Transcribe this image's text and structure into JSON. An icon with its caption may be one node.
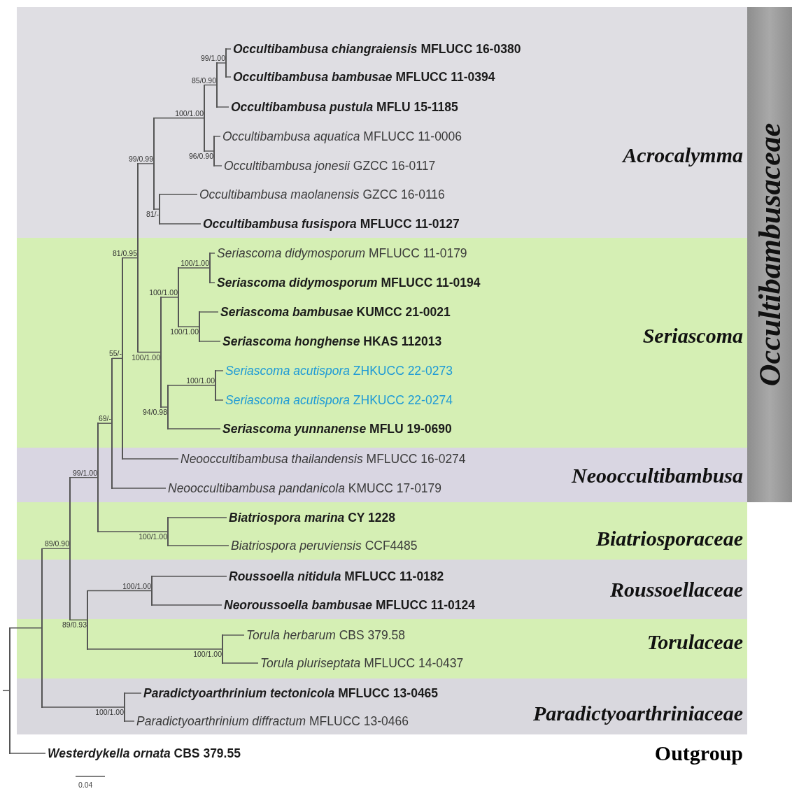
{
  "diagram": {
    "nodes": [
      {
        "text": [
          "Acrocalymma"
        ]
      },
      {
        "text": [
          "Seriascoma"
        ]
      },
      {
        "text": [
          "Neooccultibambusa"
        ]
      },
      {
        "text": [
          "Biatriosporaceae"
        ]
      },
      {
        "text": [
          "Roussoellaceae"
        ]
      },
      {
        "text": [
          "Torulaceae"
        ]
      },
      {
        "text": [
          "Paradictyoarthriniaceae"
        ]
      },
      {
        "text": [
          "Occultibambusaceae"
        ]
      },
      {
        "text": [
          "*Occultibambusa chiangraiensis* MFLUCC 16-0380"
        ],
        "in": 0
      },
      {
        "text": [
          "*Occultibambusa bambusae* MFLUCC 11-0394"
        ],
        "in": 0
      },
      {
        "text": [
          "*Occultibambusa pustula* MFLU 15-1185"
        ],
        "in": 0
      },
      {
        "text": [
          "*Occultibambusa aquatica* MFLUCC 11-0006"
        ],
        "in": 0
      },
      {
        "text": [
          "*Occultibambusa jonesii* GZCC 16-0117"
        ],
        "in": 0
      },
      {
        "text": [
          "*Occultibambusa maolanensis* GZCC 16-0116"
        ],
        "in": 0
      },
      {
        "text": [
          "*Occultibambusa fusispora* MFLUCC 11-0127"
        ],
        "in": 0
      },
      {
        "text": [
          "*Seriascoma didymosporum* MFLUCC 11-0179"
        ],
        "in": 1
      },
      {
        "text": [
          "*Seriascoma didymosporum* MFLUCC 11-0194"
        ],
        "in": 1
      },
      {
        "text": [
          "*Seriascoma bambusae* KUMCC 21-0021"
        ],
        "in": 1
      },
      {
        "text": [
          "*Seriascoma honghense* HKAS 112013"
        ],
        "in": 1
      },
      {
        "text": [
          "*Seriascoma acutispora* ZHKUCC 22-0273"
        ],
        "in": 1
      },
      {
        "text": [
          "*Seriascoma acutispora* ZHKUCC 22-0274"
        ],
        "in": 1
      },
      {
        "text": [
          "*Seriascoma yunnanense* MFLU 19-0690"
        ],
        "in": 1
      },
      {
        "text": [
          "*Neooccultibambusa thailandensis* MFLUCC 16-0274"
        ],
        "in": 2
      },
      {
        "text": [
          "*Neooccultibambusa pandanicola* KMUCC 17-0179"
        ],
        "in": 2
      },
      {
        "text": [
          "*Biatriospora marina* CY 1228"
        ],
        "in": 3
      },
      {
        "text": [
          "*Biatriospora peruviensis* CCF4485"
        ],
        "in": 3
      },
      {
        "text": [
          "*Roussoella nitidula* MFLUCC 11-0182"
        ],
        "in": 4
      },
      {
        "text": [
          "*Neoroussoella bambusae* MFLUCC 11-0124"
        ],
        "in": 4
      },
      {
        "text": [
          "*Torula herbarum* CBS 379.58"
        ],
        "in": 5
      },
      {
        "text": [
          "*Torula pluriseptata* MFLUCC 14-0437"
        ],
        "in": 5
      },
      {
        "text": [
          "*Paradictyoarthrinium tectonicola* MFLUCC 13-0465"
        ],
        "in": 6
      },
      {
        "text": [
          "*Paradictyoarthrinium diffractum* MFLUCC 13-0466"
        ],
        "in": 6
      },
      {
        "text": [
          "*Westerdykella ornata* CBS 379.55"
        ]
      },
      {
        "text": [],
        "shape": "bar"
      },
      {
        "text": [],
        "shape": "bar"
      },
      {
        "text": [],
        "shape": "bar"
      },
      {
        "text": [],
        "shape": "bar"
      },
      {
        "text": [],
        "shape": "bar"
      },
      {
        "text": [],
        "shape": "bar"
      },
      {
        "text": [],
        "shape": "bar"
      },
      {
        "text": [],
        "shape": "bar"
      },
      {
        "text": [],
        "shape": "bar",
        "in": 0
      },
      {
        "text": [],
        "shape": "bar",
        "in": 0
      },
      {
        "text": [],
        "shape": "bar",
        "in": 0
      },
      {
        "text": [],
        "shape": "bar",
        "in": 0
      },
      {
        "text": [],
        "shape": "bar",
        "in": 0
      },
      {
        "text": [],
        "shape": "bar",
        "in": 0
      },
      {
        "text": [],
        "shape": "bar",
        "in": 1
      },
      {
        "text": [],
        "shape": "bar",
        "in": 1
      },
      {
        "text": [],
        "shape": "bar",
        "in": 1
      },
      {
        "text": [],
        "shape": "bar",
        "in": 1
      },
      {
        "text": [],
        "shape": "bar",
        "in": 1
      },
      {
        "text": [],
        "shape": "bar",
        "in": 1
      },
      {
        "text": [],
        "shape": "bar",
        "in": 3
      },
      {
        "text": [],
        "shape": "bar",
        "in": 4
      },
      {
        "text": [],
        "shape": "bar",
        "in": 5
      },
      {
        "text": [],
        "shape": "bar",
        "in": 6
      }
    ],
    "edges": [
      {
        "from": null,
        "to": 33,
        "arrow": "none"
      },
      {
        "from": 33,
        "to": 34,
        "arrow": "none"
      },
      {
        "from": 33,
        "to": 32,
        "arrow": "none"
      },
      {
        "from": 34,
        "to": 35,
        "arrow": "none",
        "label": "89/0.90"
      },
      {
        "from": 34,
        "to": 56,
        "arrow": "none",
        "label": "100/1.00"
      },
      {
        "from": 35,
        "to": 37,
        "arrow": "none",
        "label": "99/1.00"
      },
      {
        "from": 35,
        "to": 36,
        "arrow": "none",
        "label": "89/0.93"
      },
      {
        "from": 36,
        "to": 54,
        "arrow": "none",
        "label": "100/1.00"
      },
      {
        "from": 36,
        "to": 55,
        "arrow": "none",
        "label": "100/1.00"
      },
      {
        "from": 37,
        "to": 38,
        "arrow": "none",
        "label": "69/-"
      },
      {
        "from": 37,
        "to": 53,
        "arrow": "none",
        "label": "100/1.00"
      },
      {
        "from": 38,
        "to": 39,
        "arrow": "none",
        "label": "55/-"
      },
      {
        "from": 38,
        "to": 23,
        "arrow": "none"
      },
      {
        "from": 39,
        "to": 40,
        "arrow": "none",
        "label": "81/0.95"
      },
      {
        "from": 39,
        "to": 22,
        "arrow": "none"
      },
      {
        "from": 40,
        "to": 41,
        "arrow": "none",
        "label": "99/0.99"
      },
      {
        "from": 40,
        "to": 47,
        "arrow": "none",
        "label": "100/1.00"
      },
      {
        "from": 41,
        "to": 42,
        "arrow": "none",
        "label": "100/1.00"
      },
      {
        "from": 41,
        "to": 46,
        "arrow": "none",
        "label": "81/-"
      },
      {
        "from": 42,
        "to": 43,
        "arrow": "none",
        "label": "85/0.90"
      },
      {
        "from": 42,
        "to": 45,
        "arrow": "none",
        "label": "96/0.90"
      },
      {
        "from": 43,
        "to": 44,
        "arrow": "none",
        "label": "99/1.00"
      },
      {
        "from": 43,
        "to": 10,
        "arrow": "none"
      },
      {
        "from": 44,
        "to": 8,
        "arrow": "none"
      },
      {
        "from": 44,
        "to": 9,
        "arrow": "none"
      },
      {
        "from": 45,
        "to": 11,
        "arrow": "none"
      },
      {
        "from": 45,
        "to": 12,
        "arrow": "none"
      },
      {
        "from": 46,
        "to": 13,
        "arrow": "none"
      },
      {
        "from": 46,
        "to": 14,
        "arrow": "none"
      },
      {
        "from": 47,
        "to": 48,
        "arrow": "none",
        "label": "100/1.00"
      },
      {
        "from": 47,
        "to": 51,
        "arrow": "none",
        "label": "94/0.98"
      },
      {
        "from": 48,
        "to": 49,
        "arrow": "none",
        "label": "100/1.00"
      },
      {
        "from": 48,
        "to": 50,
        "arrow": "none",
        "label": "100/1.00"
      },
      {
        "from": 49,
        "to": 15,
        "arrow": "none"
      },
      {
        "from": 49,
        "to": 16,
        "arrow": "none"
      },
      {
        "from": 50,
        "to": 17,
        "arrow": "none"
      },
      {
        "from": 50,
        "to": 18,
        "arrow": "none"
      },
      {
        "from": 51,
        "to": 52,
        "arrow": "none",
        "label": "100/1.00"
      },
      {
        "from": 51,
        "to": 21,
        "arrow": "none"
      },
      {
        "from": 52,
        "to": 19,
        "arrow": "none"
      },
      {
        "from": 52,
        "to": 20,
        "arrow": "none"
      },
      {
        "from": 53,
        "to": 24,
        "arrow": "none"
      },
      {
        "from": 53,
        "to": 25,
        "arrow": "none"
      },
      {
        "from": 54,
        "to": 26,
        "arrow": "none"
      },
      {
        "from": 54,
        "to": 27,
        "arrow": "none"
      },
      {
        "from": 55,
        "to": 28,
        "arrow": "none"
      },
      {
        "from": 55,
        "to": 29,
        "arrow": "none"
      },
      {
        "from": 56,
        "to": 30,
        "arrow": "none"
      },
      {
        "from": 56,
        "to": 31,
        "arrow": "none"
      }
    ],
    "labels": [
      "Outgroup",
      "0.04"
    ]
  }
}
